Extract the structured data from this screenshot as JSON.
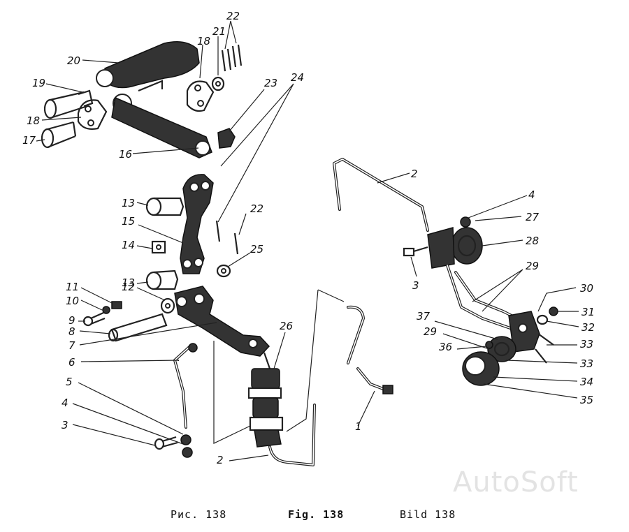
{
  "figure": {
    "caption_ru": "Рис. 138",
    "caption_en": "Fig. 138",
    "caption_de": "Bild 138"
  },
  "watermark": "AutoSoft",
  "labels": [
    {
      "id": "l20",
      "text": "20"
    },
    {
      "id": "l18a",
      "text": "18"
    },
    {
      "id": "l21",
      "text": "21"
    },
    {
      "id": "l22a",
      "text": "22"
    },
    {
      "id": "l19",
      "text": "19"
    },
    {
      "id": "l18b",
      "text": "18"
    },
    {
      "id": "l17",
      "text": "17"
    },
    {
      "id": "l16",
      "text": "16"
    },
    {
      "id": "l23",
      "text": "23"
    },
    {
      "id": "l24",
      "text": "24"
    },
    {
      "id": "l13a",
      "text": "13"
    },
    {
      "id": "l15",
      "text": "15"
    },
    {
      "id": "l22b",
      "text": "22"
    },
    {
      "id": "l14",
      "text": "14"
    },
    {
      "id": "l25",
      "text": "25"
    },
    {
      "id": "l13b",
      "text": "13"
    },
    {
      "id": "l11",
      "text": "11"
    },
    {
      "id": "l12",
      "text": "12"
    },
    {
      "id": "l10",
      "text": "10"
    },
    {
      "id": "l9",
      "text": "9"
    },
    {
      "id": "l8",
      "text": "8"
    },
    {
      "id": "l7",
      "text": "7"
    },
    {
      "id": "l6",
      "text": "6"
    },
    {
      "id": "l5",
      "text": "5"
    },
    {
      "id": "l4a",
      "text": "4"
    },
    {
      "id": "l3a",
      "text": "3"
    },
    {
      "id": "l2a",
      "text": "2"
    },
    {
      "id": "l26",
      "text": "26"
    },
    {
      "id": "l1",
      "text": "1"
    },
    {
      "id": "l2b",
      "text": "2"
    },
    {
      "id": "l4b",
      "text": "4"
    },
    {
      "id": "l27",
      "text": "27"
    },
    {
      "id": "l28",
      "text": "28"
    },
    {
      "id": "l3b",
      "text": "3"
    },
    {
      "id": "l29a",
      "text": "29"
    },
    {
      "id": "l30",
      "text": "30"
    },
    {
      "id": "l31",
      "text": "31"
    },
    {
      "id": "l32",
      "text": "32"
    },
    {
      "id": "l37",
      "text": "37"
    },
    {
      "id": "l29b",
      "text": "29"
    },
    {
      "id": "l36",
      "text": "36"
    },
    {
      "id": "l33a",
      "text": "33"
    },
    {
      "id": "l33b",
      "text": "33"
    },
    {
      "id": "l34",
      "text": "34"
    },
    {
      "id": "l35",
      "text": "35"
    }
  ]
}
